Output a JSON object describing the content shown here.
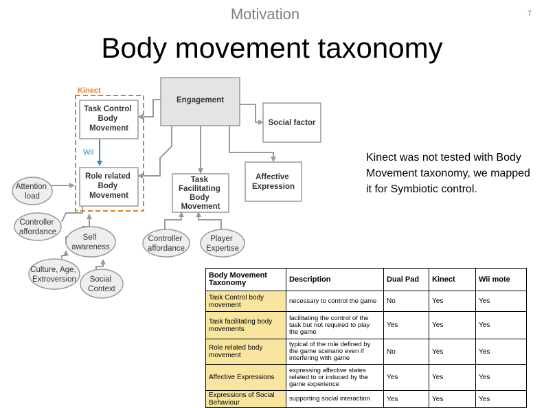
{
  "slide": {
    "subtitle": "Motivation",
    "page_number": "7",
    "title": "Body movement taxonomy",
    "note": "Kinect was not tested with Body Movement taxonomy, we mapped it for Symbiotic control."
  },
  "diagram": {
    "kinect_label": "Kinect",
    "wii_label": "Wii",
    "engagement": "Engagement",
    "task_control": [
      "Task Control",
      "Body",
      "Movement"
    ],
    "role_related": [
      "Role related",
      "Body",
      "Movement"
    ],
    "social_factor": "Social factor",
    "affective_expression": [
      "Affective",
      "Expression"
    ],
    "task_facilitating": [
      "Task",
      "Facilitating",
      "Body",
      "Movement"
    ],
    "attention_load": [
      "Attention",
      "load"
    ],
    "controller_affordance_left": [
      "Controller",
      "affordance"
    ],
    "self_awareness": [
      "Self",
      "awareness"
    ],
    "culture": [
      "Culture, Age,",
      "Extroversion"
    ],
    "social_context": [
      "Social",
      "Context"
    ],
    "controller_affordance_mid": [
      "Controller",
      "affordance"
    ],
    "player_expertise": [
      "Player",
      "Expertise"
    ],
    "colors": {
      "kinect": "#e07b1f",
      "wii": "#1f8fd0",
      "box_border": "#999999",
      "engagement_fill": "#e4e4e4"
    }
  },
  "table": {
    "headers": [
      "Body Movement Taxonomy",
      "Description",
      "Dual Pad",
      "Kinect",
      "Wii mote"
    ],
    "rows": [
      [
        "Task Control body movement",
        "necessary to control the game",
        "No",
        "Yes",
        "Yes"
      ],
      [
        "Task facilitating body movements",
        "facilitating the control of the task but not required to play the game",
        "Yes",
        "Yes",
        "Yes"
      ],
      [
        "Role related body movement",
        "typical of the role defined by the game scenario even if interfering with game",
        "No",
        "Yes",
        "Yes"
      ],
      [
        "Affective Expressions",
        "expressing affective states related to or induced by the game experience",
        "Yes",
        "Yes",
        "Yes"
      ],
      [
        "Expressions of Social Behaviour",
        "supporting social interaction",
        "Yes",
        "Yes",
        "Yes"
      ]
    ]
  }
}
